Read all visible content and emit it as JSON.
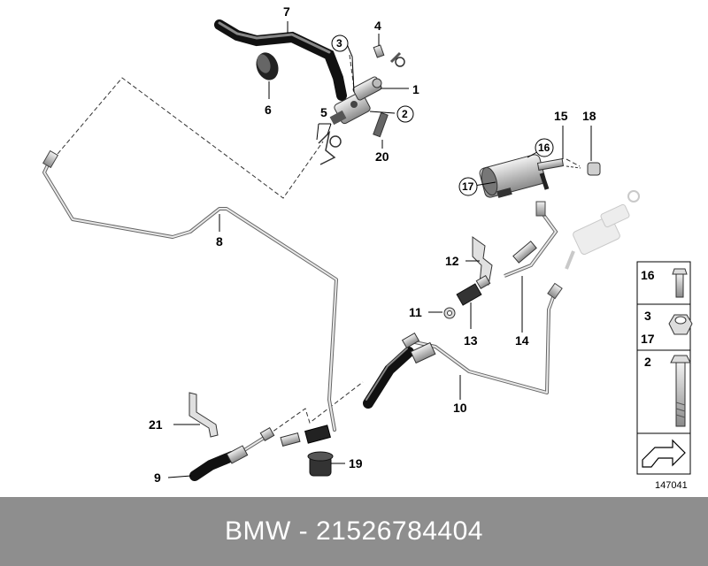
{
  "diagram": {
    "part_labels": {
      "p1": "1",
      "p2": "2",
      "p3": "3",
      "p4": "4",
      "p5": "5",
      "p6": "6",
      "p7": "7",
      "p8": "8",
      "p9": "9",
      "p10": "10",
      "p11": "11",
      "p12": "12",
      "p13": "13",
      "p14": "14",
      "p15": "15",
      "p16": "16",
      "p17": "17",
      "p18": "18",
      "p19": "19",
      "p20": "20",
      "p21": "21"
    },
    "legend": {
      "l16": "16",
      "l3": "3",
      "l17": "17",
      "l2": "2"
    },
    "image_code": "147041"
  },
  "footer": {
    "caption": "BMW - 21526784404"
  },
  "colors": {
    "footer_bg": "#8e8e8e",
    "part_fill": "#d8d8d8",
    "part_dark": "#3a3a3a",
    "line": "#555555"
  }
}
